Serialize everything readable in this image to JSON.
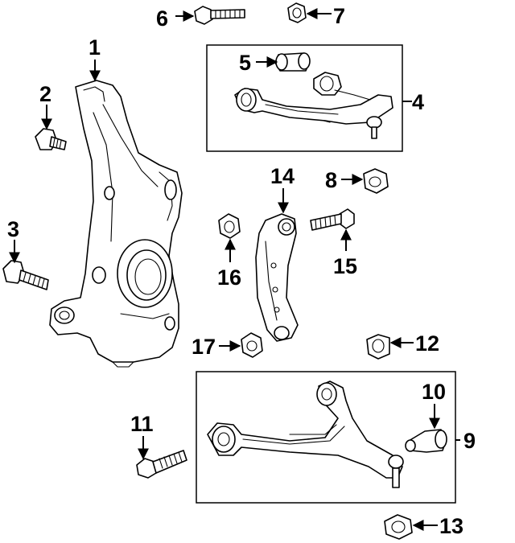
{
  "diagram": {
    "callouts": [
      {
        "id": "1",
        "label": "1"
      },
      {
        "id": "2",
        "label": "2"
      },
      {
        "id": "3",
        "label": "3"
      },
      {
        "id": "4",
        "label": "4"
      },
      {
        "id": "5",
        "label": "5"
      },
      {
        "id": "6",
        "label": "6"
      },
      {
        "id": "7",
        "label": "7"
      },
      {
        "id": "8",
        "label": "8"
      },
      {
        "id": "9",
        "label": "9"
      },
      {
        "id": "10",
        "label": "10"
      },
      {
        "id": "11",
        "label": "11"
      },
      {
        "id": "12",
        "label": "12"
      },
      {
        "id": "13",
        "label": "13"
      },
      {
        "id": "14",
        "label": "14"
      },
      {
        "id": "15",
        "label": "15"
      },
      {
        "id": "16",
        "label": "16"
      },
      {
        "id": "17",
        "label": "17"
      }
    ],
    "groups": [
      {
        "name": "upper-control-arm-assembly",
        "callout": "4",
        "contains": [
          "5"
        ]
      },
      {
        "name": "lower-control-arm-assembly",
        "callout": "9",
        "contains": [
          "10"
        ]
      }
    ]
  }
}
